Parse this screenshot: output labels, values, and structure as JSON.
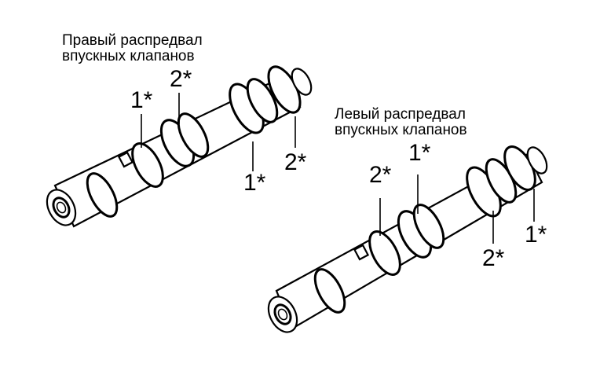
{
  "right_camshaft": {
    "title_line1": "Правый распредвал",
    "title_line2": "впускных клапанов",
    "callouts": [
      "1*",
      "2*",
      "1*",
      "2*"
    ]
  },
  "left_camshaft": {
    "title_line1": "Левый распредвал",
    "title_line2": "впускных клапанов",
    "callouts": [
      "2*",
      "1*",
      "2*",
      "1*"
    ]
  }
}
